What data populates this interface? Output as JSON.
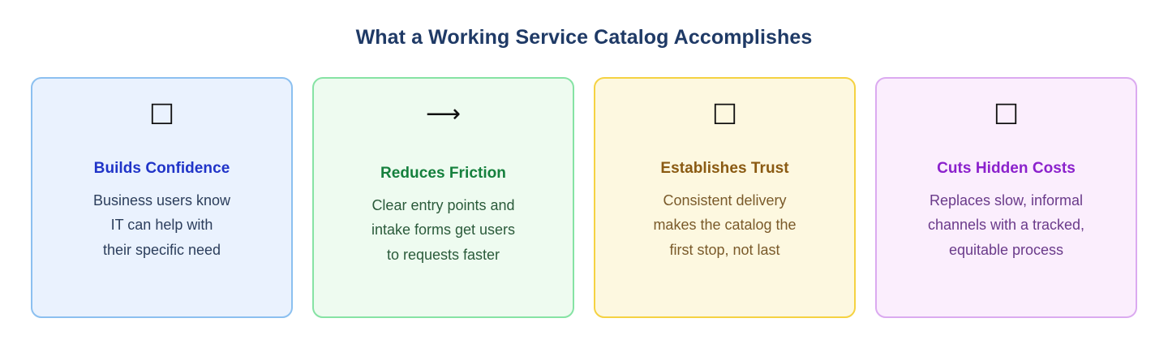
{
  "header": {
    "title": "What a Working Service Catalog Accomplishes",
    "title_color": "#1f3a66"
  },
  "page": {
    "background_color": "#ffffff"
  },
  "cards": [
    {
      "icon_glyph": "□",
      "icon_name": "tofu-box-icon",
      "title": "Builds Confidence",
      "body_lines": [
        "Business users know",
        "IT can help with",
        "their specific need"
      ],
      "body_text": "Business users know IT can help with their specific need",
      "background_color": "#eaf2fe",
      "border_color": "#8cc0f0",
      "title_color": "#2034c8",
      "body_color": "#2c3e5c"
    },
    {
      "icon_glyph": "⟶",
      "icon_name": "right-arrow-icon",
      "title": "Reduces Friction",
      "body_lines": [
        "Clear entry points and",
        "intake forms get users",
        "to requests faster"
      ],
      "body_text": "Clear entry points and intake forms get users to requests faster",
      "background_color": "#eefbf0",
      "border_color": "#86e3a4",
      "title_color": "#15803d",
      "body_color": "#2a5a3a"
    },
    {
      "icon_glyph": "□",
      "icon_name": "tofu-box-icon",
      "title": "Establishes Trust",
      "body_lines": [
        "Consistent delivery",
        "makes the catalog the",
        "first stop, not last"
      ],
      "body_text": "Consistent delivery makes the catalog the first stop, not last",
      "background_color": "#fdf8e0",
      "border_color": "#f5d242",
      "title_color": "#8a5a12",
      "body_color": "#7a5a2a"
    },
    {
      "icon_glyph": "□",
      "icon_name": "tofu-box-icon",
      "title": "Cuts Hidden Costs",
      "body_lines": [
        "Replaces slow, informal",
        "channels with a tracked,",
        "equitable process"
      ],
      "body_text": "Replaces slow, informal channels with a tracked, equitable process",
      "background_color": "#fbeefd",
      "border_color": "#dbaaf0",
      "title_color": "#8b21cc",
      "body_color": "#6a3a8a"
    }
  ]
}
